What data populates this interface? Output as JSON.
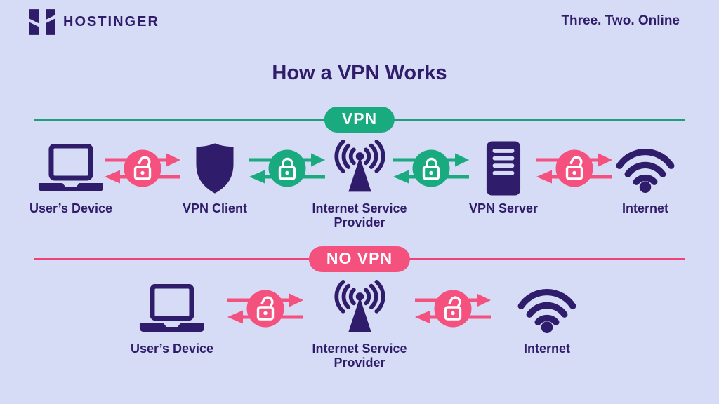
{
  "colors": {
    "background": "#d6dbf6",
    "ink": "#2f1c6a",
    "green": "#1aaa80",
    "green_line": "#1d9f7d",
    "pink": "#f4517e",
    "pink_line": "#ee4379",
    "badge_text": "#ffffff"
  },
  "header": {
    "brand": "HOSTINGER",
    "tagline": "Three. Two. Online"
  },
  "title": "How a VPN Works",
  "sections": [
    {
      "badge": "VPN",
      "badge_color": "green",
      "line_color": "green_line",
      "nodes": [
        {
          "icon": "laptop-icon",
          "label": "User’s Device"
        },
        {
          "icon": "shield-icon",
          "label": "VPN Client"
        },
        {
          "icon": "antenna-icon",
          "label": "Internet Service Provider"
        },
        {
          "icon": "server-icon",
          "label": "VPN Server"
        },
        {
          "icon": "wifi-icon",
          "label": "Internet"
        }
      ],
      "links": [
        {
          "lock": "unlocked",
          "color": "pink"
        },
        {
          "lock": "locked",
          "color": "green"
        },
        {
          "lock": "locked",
          "color": "green"
        },
        {
          "lock": "unlocked",
          "color": "pink"
        }
      ]
    },
    {
      "badge": "NO VPN",
      "badge_color": "pink",
      "line_color": "pink_line",
      "nodes": [
        {
          "icon": "laptop-icon",
          "label": "User’s Device"
        },
        {
          "icon": "antenna-icon",
          "label": "Internet Service Provider"
        },
        {
          "icon": "wifi-icon",
          "label": "Internet"
        }
      ],
      "links": [
        {
          "lock": "unlocked",
          "color": "pink"
        },
        {
          "lock": "unlocked",
          "color": "pink"
        }
      ]
    }
  ]
}
